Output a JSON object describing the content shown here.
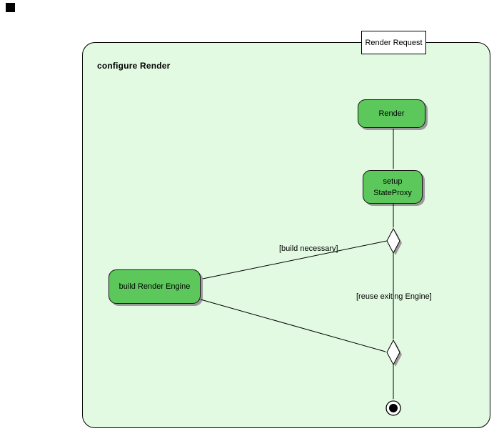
{
  "frame": {
    "title": "configure Render"
  },
  "nodes": {
    "render_request": {
      "label": "Render Request"
    },
    "render": {
      "label": "Render"
    },
    "setup_state_proxy": {
      "line1": "setup",
      "line2": "StateProxy"
    },
    "build_render_engine": {
      "label": "build Render Engine"
    }
  },
  "edge_labels": {
    "build_necessary": "[build necessary]",
    "reuse_existing_engine": "[reuse exiting Engine]"
  },
  "icons": {
    "decision_node": "diamond-decision-icon",
    "merge_node": "diamond-merge-icon",
    "final_node": "activity-final-icon",
    "corner_marker": "black-square-marker"
  },
  "colors": {
    "node_fill": "#5cc85c",
    "frame_fill": "#e1fae1",
    "shadow": "#9a9a9a",
    "line": "#000000",
    "background": "#ffffff"
  }
}
